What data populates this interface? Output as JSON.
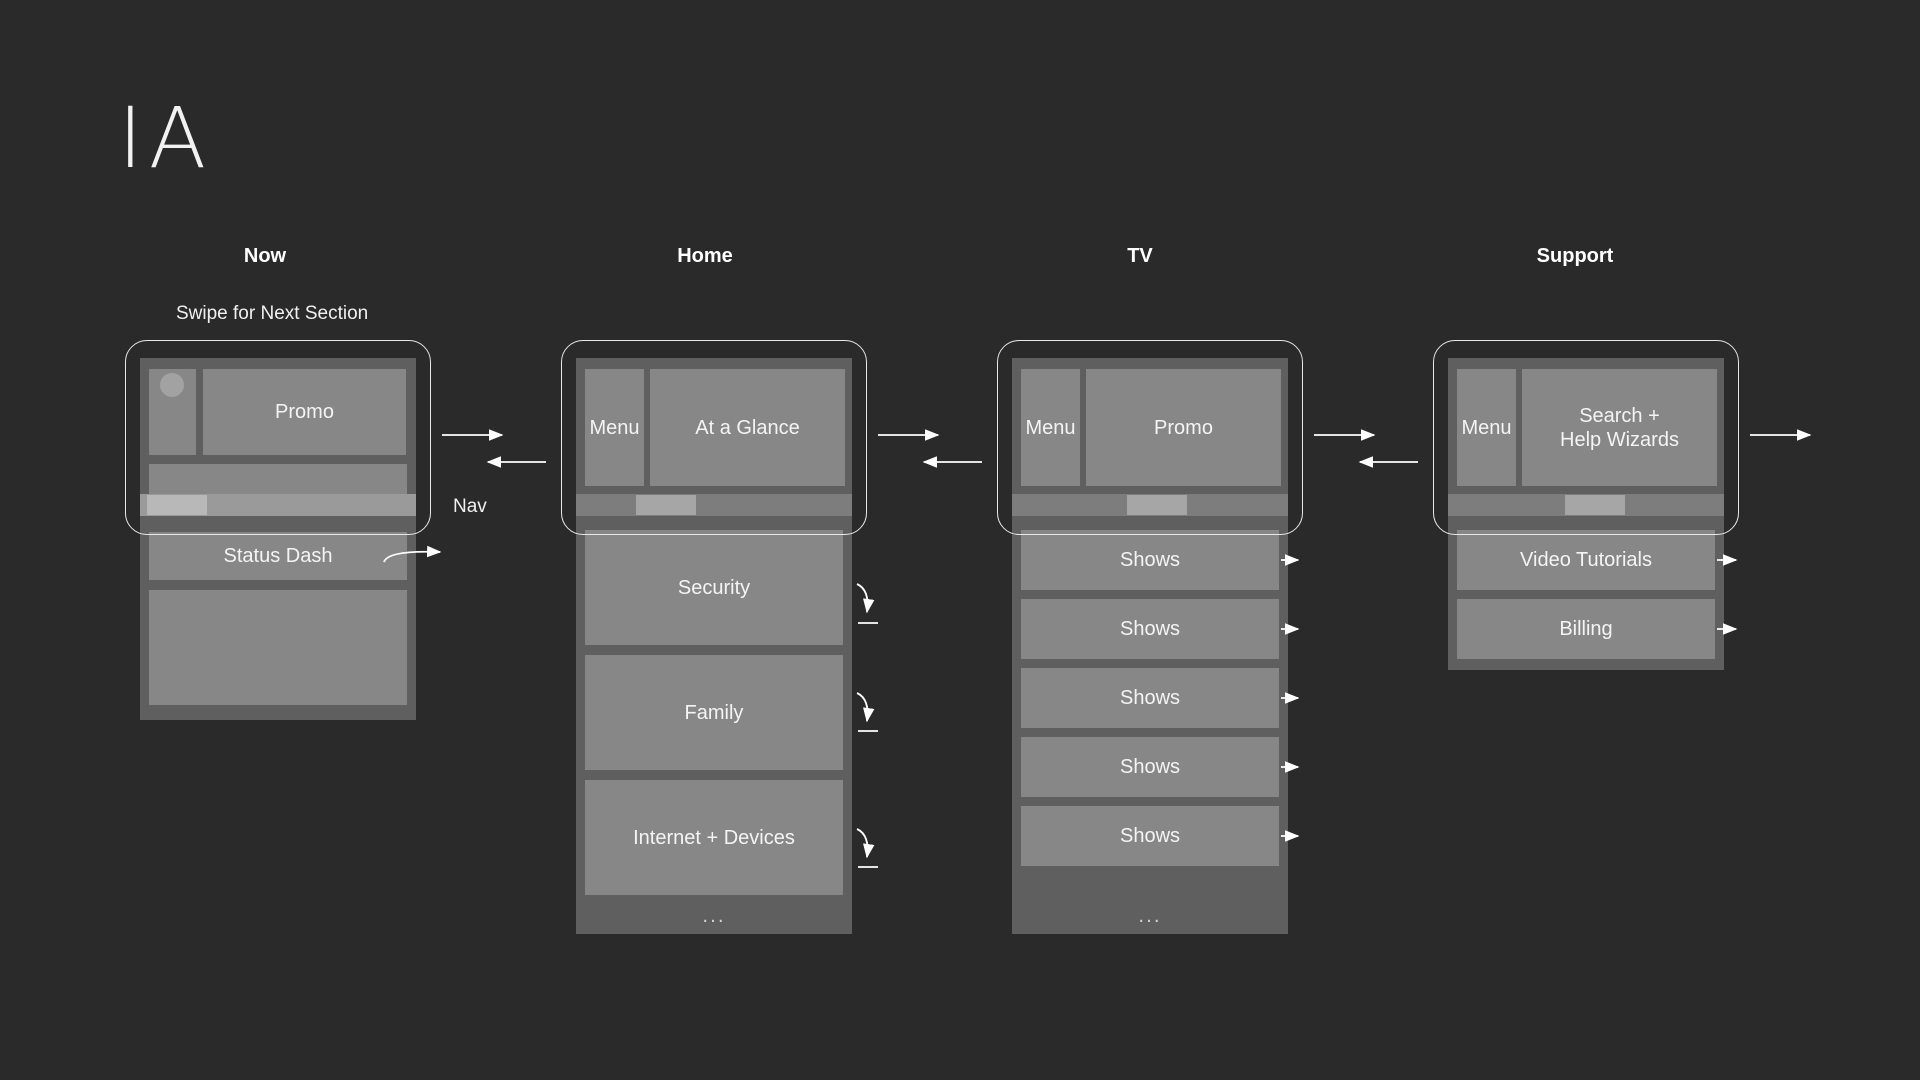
{
  "title": "IA",
  "columns": {
    "now": {
      "title": "Now",
      "hint": "Swipe for Next Section",
      "promo": "Promo",
      "status": "Status Dash",
      "nav_label": "Nav"
    },
    "home": {
      "title": "Home",
      "menu": "Menu",
      "glance": "At a Glance",
      "items": [
        "Security",
        "Family",
        "Internet + Devices"
      ],
      "more": "..."
    },
    "tv": {
      "title": "TV",
      "menu": "Menu",
      "promo": "Promo",
      "items": [
        "Shows",
        "Shows",
        "Shows",
        "Shows",
        "Shows"
      ],
      "more": "..."
    },
    "support": {
      "title": "Support",
      "menu": "Menu",
      "search_line1": "Search +",
      "search_line2": "Help Wizards",
      "items": [
        "Video Tutorials",
        "Billing"
      ]
    }
  },
  "colors": {
    "background": "#2a2a2a",
    "screen": "#5f5f5f",
    "block": "#878787",
    "highlight": "#e8e8e8"
  }
}
